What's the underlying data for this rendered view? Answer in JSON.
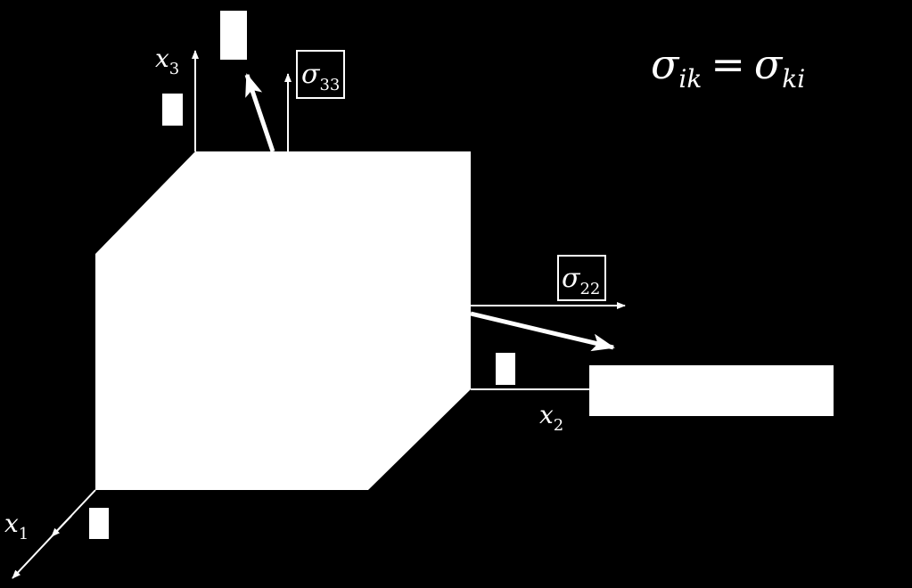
{
  "axes": {
    "x1": {
      "base": "x",
      "sub": "1"
    },
    "x2": {
      "base": "x",
      "sub": "2"
    },
    "x3": {
      "base": "x",
      "sub": "3"
    }
  },
  "stress_labels": {
    "sigma33": {
      "base": "σ",
      "sub": "33"
    },
    "sigma22": {
      "base": "σ",
      "sub": "22"
    }
  },
  "symmetry_equation": {
    "lhs_base": "σ",
    "lhs_sub": "ik",
    "op": "=",
    "rhs_base": "σ",
    "rhs_sub": "ki"
  },
  "colors": {
    "background": "#000000",
    "foreground": "#ffffff"
  }
}
